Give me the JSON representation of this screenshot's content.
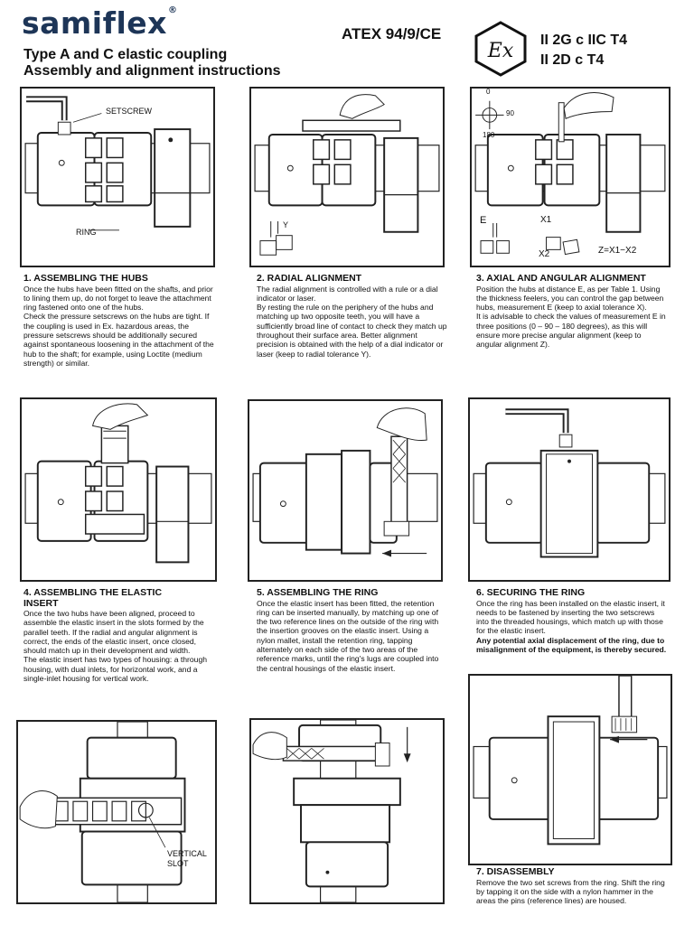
{
  "header": {
    "brand": "samiflex",
    "brand_mark": "®",
    "subtitle_1": "Type A and C elastic coupling",
    "subtitle_2": "Assembly and alignment instructions",
    "atex": "ATEX 94/9/CE",
    "ex_mark": "Ex",
    "cert_1": "II 2G c IIC T4",
    "cert_2": "II 2D c T4"
  },
  "figure_labels": {
    "setscrew": "SETSCREW",
    "ring": "RING",
    "y": "Y",
    "deg_0": "0",
    "deg_90": "90",
    "deg_180": "180",
    "e": "E",
    "x1": "X1",
    "x2": "X2",
    "z_formula": "Z=X1−X2",
    "vertical": "VERTICAL",
    "slot": "SLOT"
  },
  "steps": [
    {
      "title": "1. ASSEMBLING THE HUBS",
      "paragraphs": [
        "Once the hubs have been fitted on the shafts, and prior to lining them up, do not forget to leave the attachment ring fastened onto one of the hubs.",
        "Check the pressure setscrews on the hubs are tight. If the coupling is used in Ex. hazardous areas, the pressure setscrews should be additionally secured against spontaneous loosening in the attachment of the hub to the shaft; for example, using Loctite (medium strength) or similar."
      ]
    },
    {
      "title": "2. RADIAL ALIGNMENT",
      "paragraphs": [
        "The radial alignment is controlled with a rule or a dial indicator or laser.",
        "By resting the rule on the periphery of the hubs and matching up two opposite teeth, you will have a sufficiently broad line of contact to check they match up throughout their surface area. Better alignment precision is obtained with the help of a dial indicator or laser (keep to radial tolerance Y)."
      ]
    },
    {
      "title": "3. AXIAL AND ANGULAR ALIGNMENT",
      "paragraphs": [
        "Position the hubs at distance E, as per Table 1. Using the thickness feelers, you can control the gap between hubs, measurement E (keep to axial tolerance X).",
        "It is advisable to check the values of measurement E in three positions (0 – 90 – 180 degrees), as this will ensure more precise angular alignment (keep to angular alignment Z)."
      ]
    },
    {
      "title_1": "4. ASSEMBLING THE ELASTIC",
      "title_2": "INSERT",
      "paragraphs": [
        "Once the two hubs have been aligned, proceed to assemble the elastic insert in the slots formed by the parallel teeth. If the radial and angular alignment is correct, the ends of the elastic insert, once closed, should match up in their development and width.",
        "The elastic insert has two types of housing: a through housing, with dual inlets, for horizontal work, and a single-inlet housing for vertical work."
      ]
    },
    {
      "title": "5. ASSEMBLING THE RING",
      "paragraphs": [
        "Once the elastic insert has been fitted, the retention ring can be inserted manually, by matching up one of the two reference lines on the outside of the ring with the insertion grooves on the elastic insert. Using a nylon mallet, install the retention ring, tapping alternately on each side of the two areas of the reference marks, until the ring's lugs are coupled into the central housings of the elastic insert."
      ]
    },
    {
      "title": "6. SECURING THE RING",
      "paragraphs": [
        "Once the ring has been installed on the elastic insert, it needs to be fastened by inserting the two setscrews into the threaded housings, which match up with those for the elastic insert."
      ],
      "bold_note": "Any potential axial displacement of the ring, due to misalignment of the equipment, is thereby secured."
    },
    {
      "title": "7. DISASSEMBLY",
      "paragraphs": [
        "Remove the two set screws from the ring. Shift the ring by tapping it on the side with a nylon hammer in the areas the pins (reference lines) are housed."
      ]
    }
  ]
}
